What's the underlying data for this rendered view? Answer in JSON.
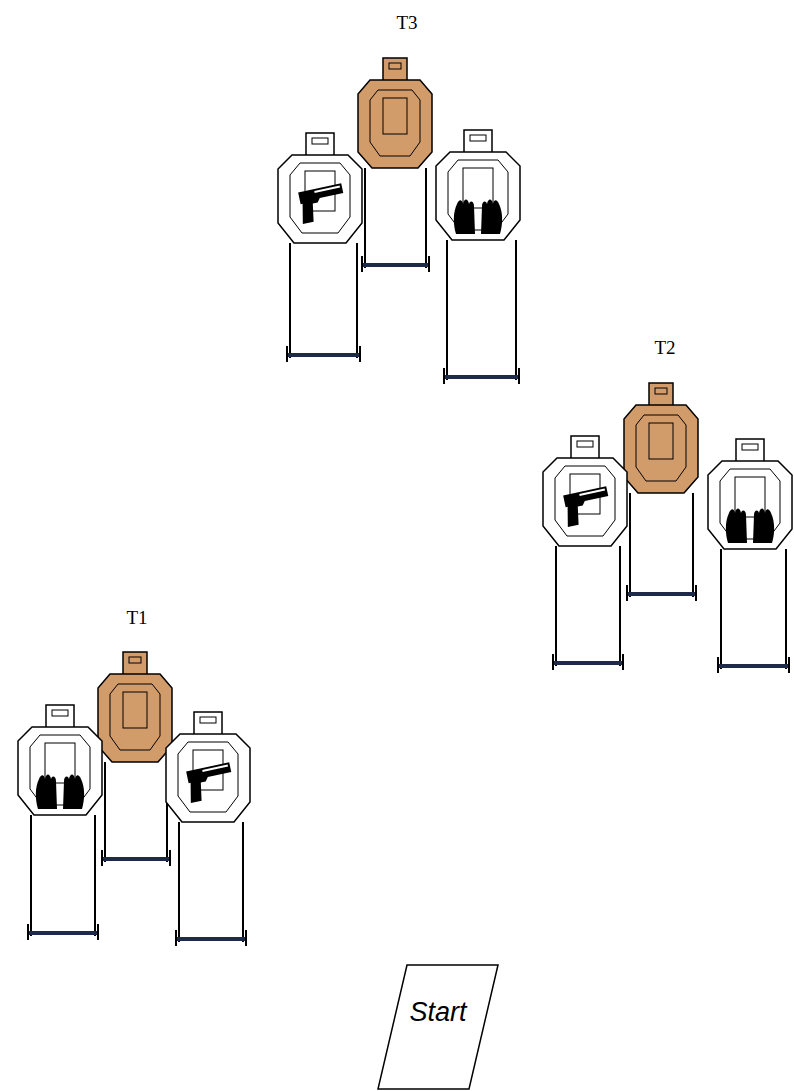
{
  "diagram": {
    "nodes": [
      {
        "text": [
          "Start"
        ]
      }
    ],
    "labels": [
      "T3",
      "T2",
      "T1"
    ]
  }
}
